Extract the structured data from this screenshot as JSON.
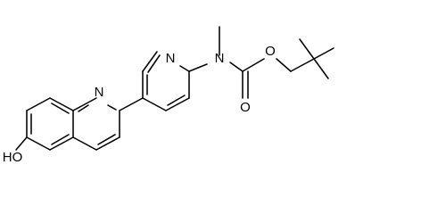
{
  "structure": {
    "atom_labels": {
      "quinoline_nitrogen": "N",
      "pyridine_nitrogen": "N",
      "amine_nitrogen": "N",
      "carbonyl_oxygen": "O",
      "ester_oxygen": "O",
      "hydroxyl_group": "HO"
    }
  }
}
